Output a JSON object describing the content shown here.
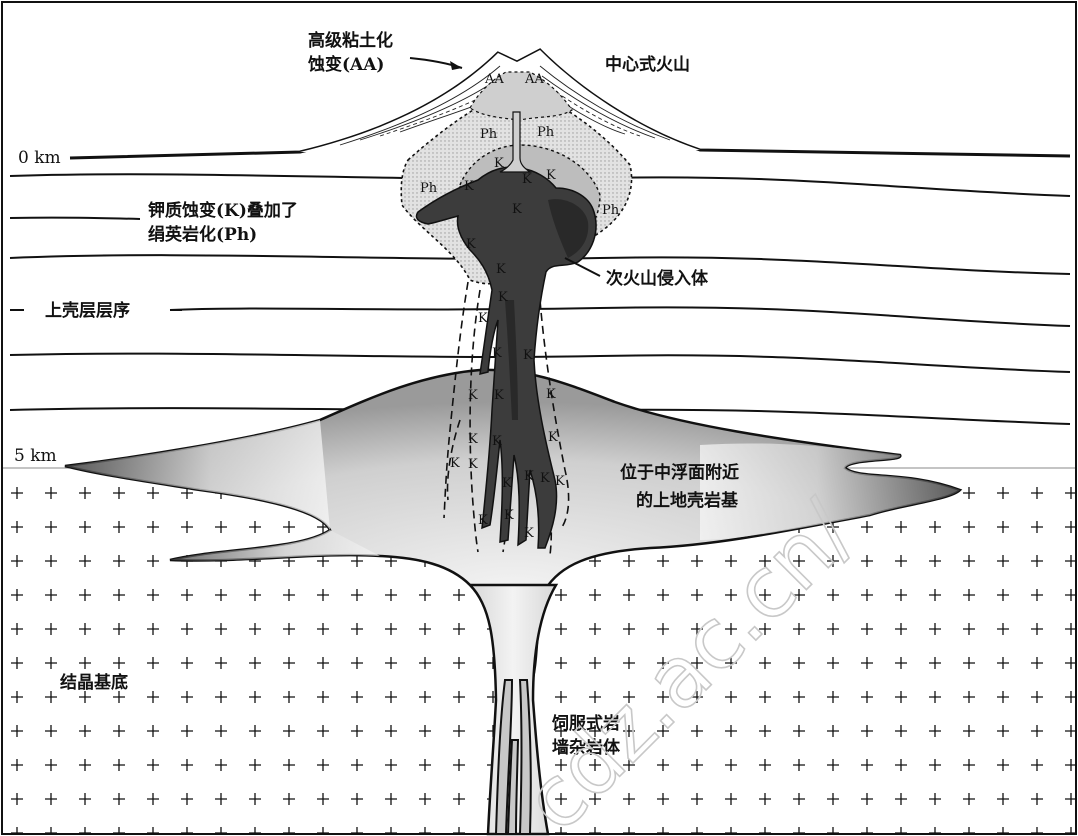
{
  "labels": {
    "argillic": [
      "高级粘土化",
      "蚀变(AA)"
    ],
    "volcano": "中心式火山",
    "depth_0": "0 km",
    "potassic": [
      "钾质蚀变(K)叠加了",
      "绢英岩化(Ph)"
    ],
    "subvolcanic": "次火山侵入体",
    "upper_crust": "上壳层层序",
    "depth_5": "5 km",
    "batholith": [
      "位于中浮面附近",
      "的上地壳岩基"
    ],
    "basement": "结晶基底",
    "dike_swarm": [
      "饲服式岩",
      "墙杂岩体"
    ]
  },
  "zone_marks": {
    "aa": "AA",
    "ph": "Ph",
    "k": "K"
  },
  "watermark": "cdz.ac.cn/",
  "colors": {
    "ink": "#111111",
    "intrusion": "#3a3a3a",
    "alteration_halo": "#d6d6d6",
    "batholith_core": "#f5f5f5",
    "batholith_edge": "#4a4a4a",
    "watermark": "#c8c8c8"
  }
}
